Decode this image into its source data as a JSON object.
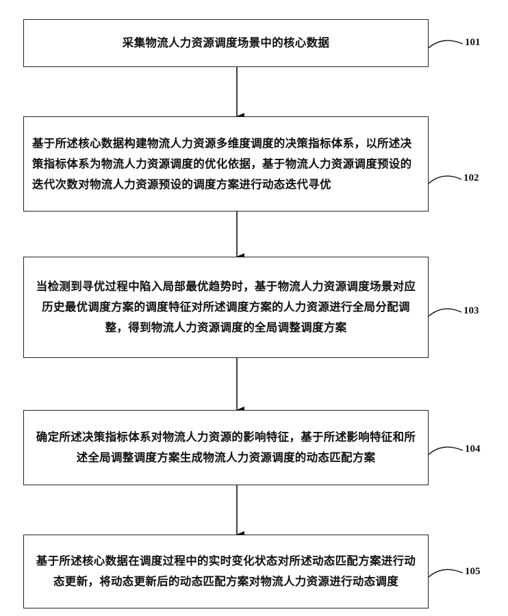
{
  "steps": [
    {
      "id": "101",
      "text": "采集物流人力资源调度场景中的核心数据"
    },
    {
      "id": "102",
      "text": "基于所述核心数据构建物流人力资源多维度调度的决策指标体系，以所述决策指标体系为物流人力资源调度的优化依据，基于物流人力资源调度预设的迭代次数对物流人力资源预设的调度方案进行动态迭代寻优"
    },
    {
      "id": "103",
      "text": "当检测到寻优过程中陷入局部最优趋势时，基于物流人力资源调度场景对应历史最优调度方案的调度特征对所述调度方案的人力资源进行全局分配调整，得到物流人力资源调度的全局调整调度方案"
    },
    {
      "id": "104",
      "text": "确定所述决策指标体系对物流人力资源的影响特征，基于所述影响特征和所述全局调整调度方案生成物流人力资源调度的动态匹配方案"
    },
    {
      "id": "105",
      "text": "基于所述核心数据在调度过程中的实时变化状态对所述动态匹配方案进行动态更新，将动态更新后的动态匹配方案对物流人力资源进行动态调度"
    }
  ]
}
